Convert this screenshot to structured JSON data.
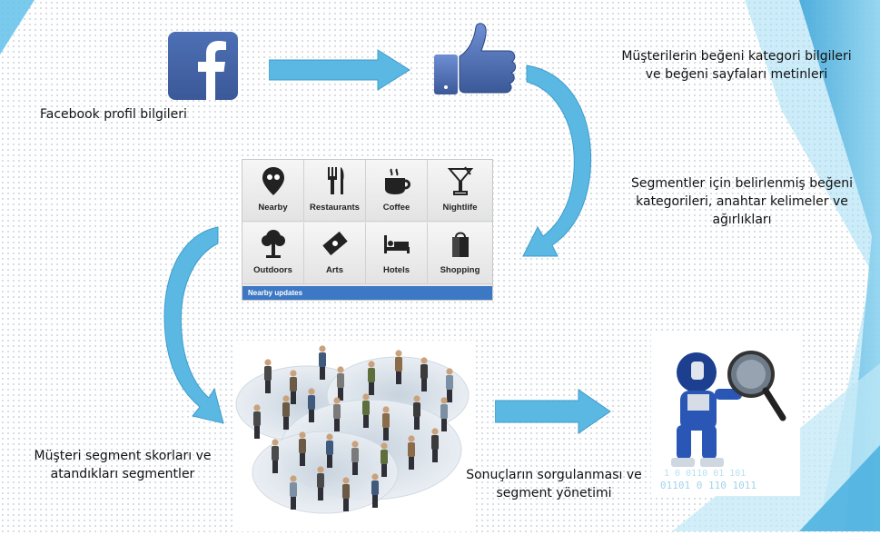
{
  "labels": {
    "facebook_profile": "Facebook profil bilgileri",
    "like_info": "Müşterilerin beğeni kategori bilgileri ve beğeni sayfaları metinleri",
    "segments_keywords": "Segmentler için belirlenmiş beğeni kategorileri, anahtar kelimeler ve ağırlıkları",
    "segment_scores": "Müşteri segment skorları ve atandıkları segmentler",
    "query_management": "Sonuçların sorgulanması ve segment yönetimi"
  },
  "tiles": [
    {
      "label": "Nearby",
      "icon": "map-pin-icon"
    },
    {
      "label": "Restaurants",
      "icon": "cutlery-icon"
    },
    {
      "label": "Coffee",
      "icon": "coffee-cup-icon"
    },
    {
      "label": "Nightlife",
      "icon": "cocktail-icon"
    },
    {
      "label": "Outdoors",
      "icon": "tree-icon"
    },
    {
      "label": "Arts",
      "icon": "ticket-icon"
    },
    {
      "label": "Hotels",
      "icon": "bed-icon"
    },
    {
      "label": "Shopping",
      "icon": "shopping-bag-icon"
    }
  ],
  "nearby_updates": "Nearby updates",
  "colors": {
    "arrow": "#5bb8e3",
    "facebook_blue": "#3b5998",
    "accent_bar": "#3d78c4"
  }
}
